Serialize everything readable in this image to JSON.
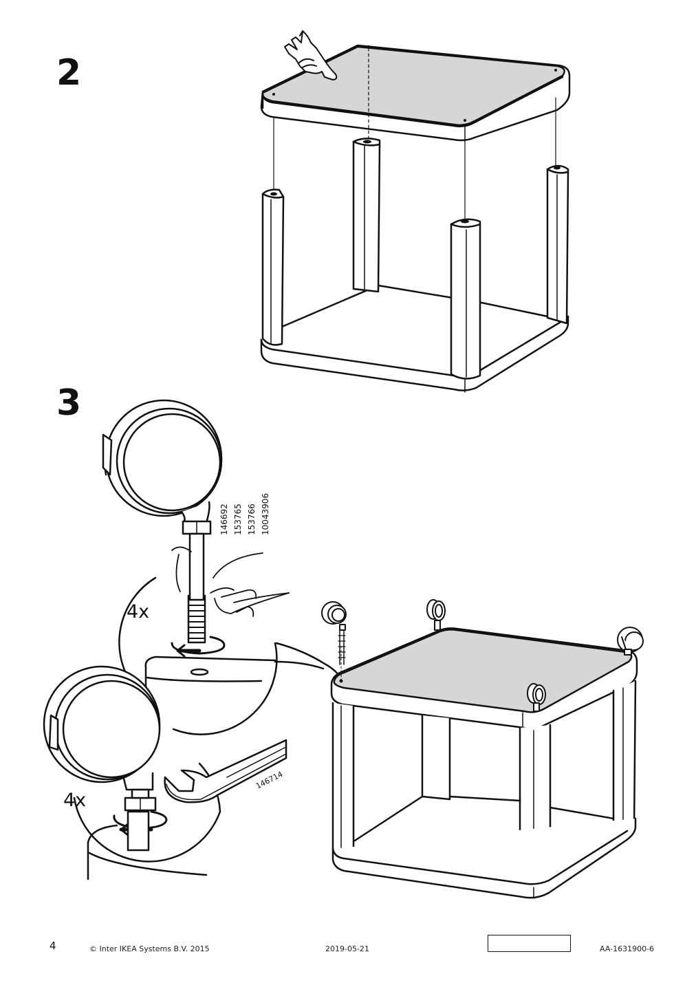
{
  "steps": [
    {
      "number": "2"
    },
    {
      "number": "3"
    }
  ],
  "step3": {
    "quantity_top": "4x",
    "quantity_bottom": "4x",
    "caster_article_numbers": [
      "146692",
      "153765",
      "153766",
      "10043906"
    ],
    "wrench_article_number": "146714"
  },
  "footer": {
    "page_number": "4",
    "copyright": "© Inter IKEA Systems B.V. 2015",
    "date": "2019-05-21",
    "document_code": "AA-1631900-6"
  },
  "colors": {
    "ink": "#111111",
    "panel_fill": "#d6d6d6",
    "paper": "#ffffff"
  }
}
